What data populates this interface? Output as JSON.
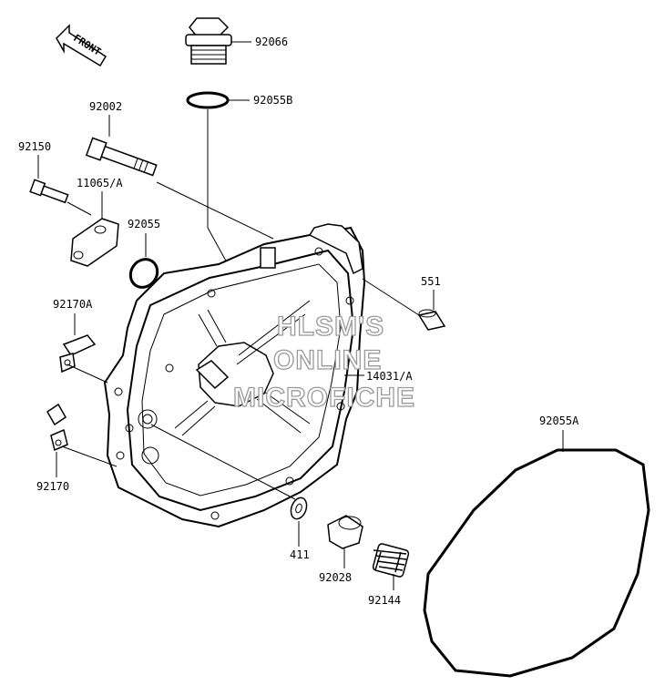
{
  "front_arrow": {
    "label": "FRONT"
  },
  "part_labels": {
    "p92066": "92066",
    "p92055B": "92055B",
    "p92002": "92002",
    "p92150": "92150",
    "p11065A": "11065/A",
    "p92055": "92055",
    "p551": "551",
    "p92170A": "92170A",
    "p14031A": "14031/A",
    "p92055A": "92055A",
    "p92170": "92170",
    "p411": "411",
    "p92028": "92028",
    "p92144": "92144"
  },
  "watermark": {
    "line1": "HLSM'S",
    "line2": "ONLINE",
    "line3": "MICROFICHE"
  }
}
